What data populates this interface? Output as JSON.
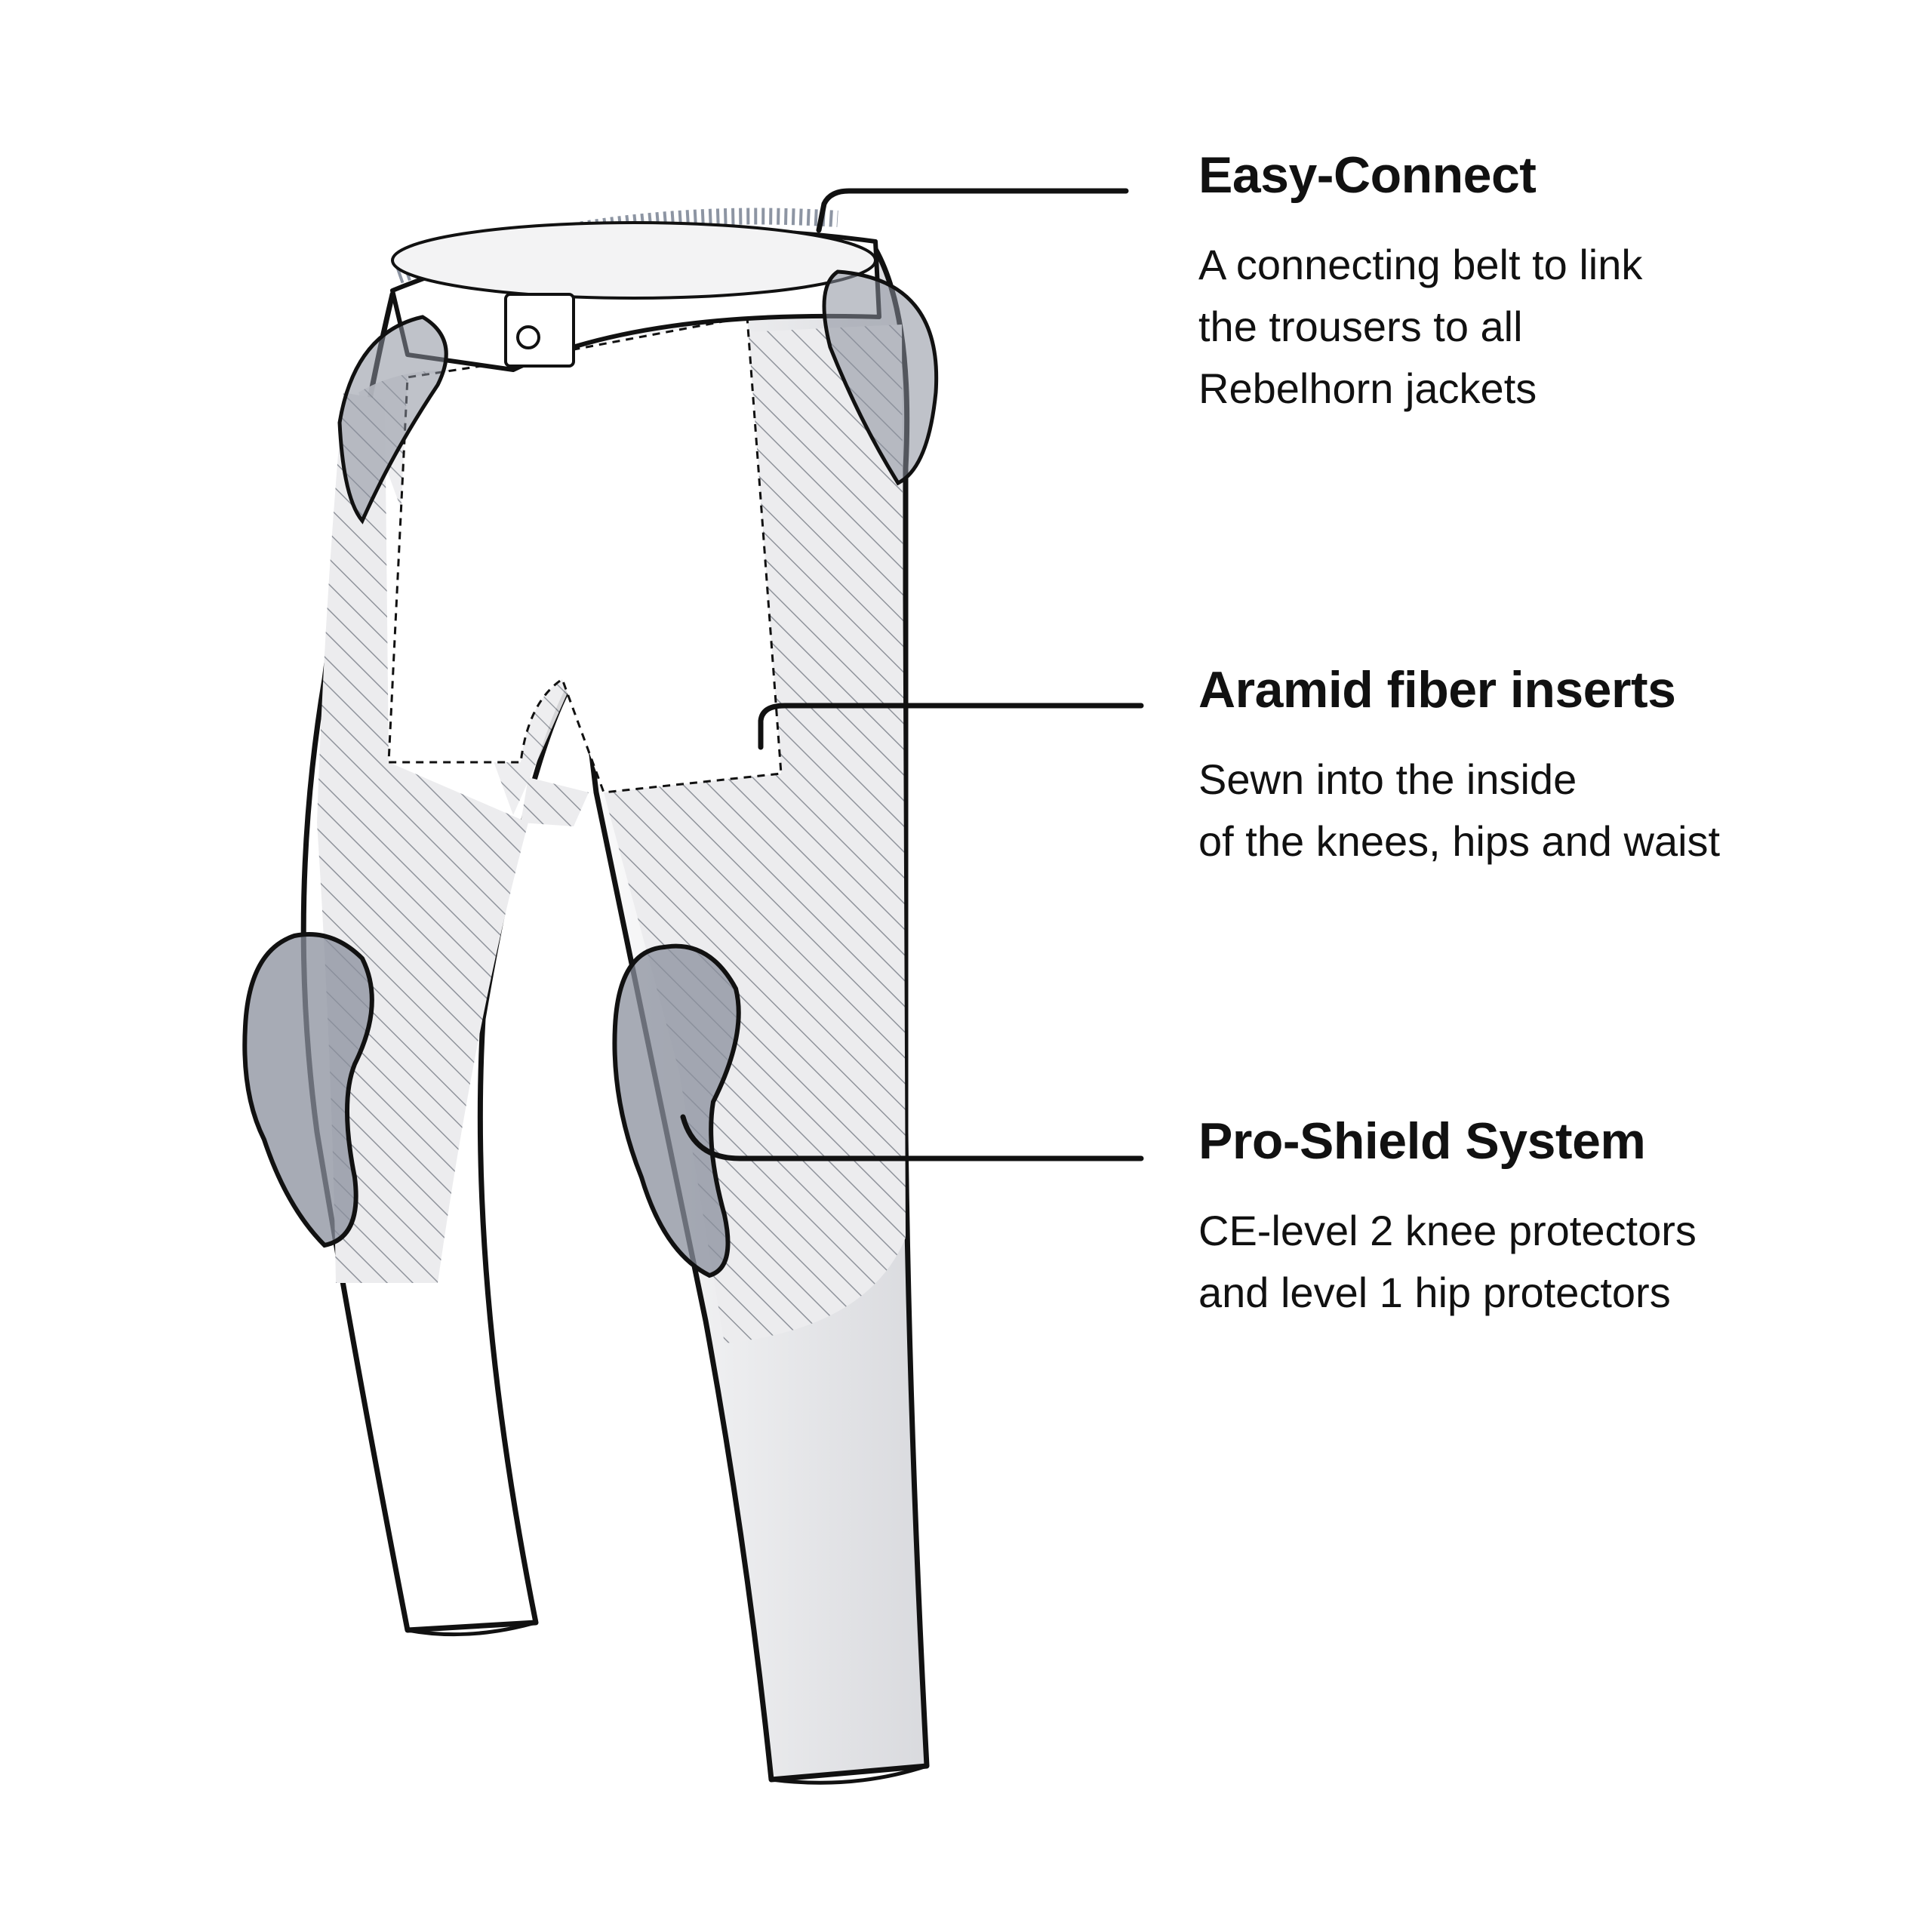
{
  "features": [
    {
      "title": "Easy-Connect",
      "description_lines": [
        "A connecting belt to link",
        "the trousers to all",
        "Rebelhorn jackets"
      ]
    },
    {
      "title": "Aramid fiber inserts",
      "description_lines": [
        "Sewn into the inside",
        "of the knees, hips and waist"
      ]
    },
    {
      "title": "Pro-Shield System",
      "description_lines": [
        "CE-level 2 knee protectors",
        "and level 1 hip protectors"
      ]
    }
  ],
  "colors": {
    "outline": "#111111",
    "aramid_hatch": "#9a9ea6",
    "aramid_fill": "#e9eaec",
    "protector_fill": "#8a8f9c",
    "zipper": "#8d95a3"
  }
}
